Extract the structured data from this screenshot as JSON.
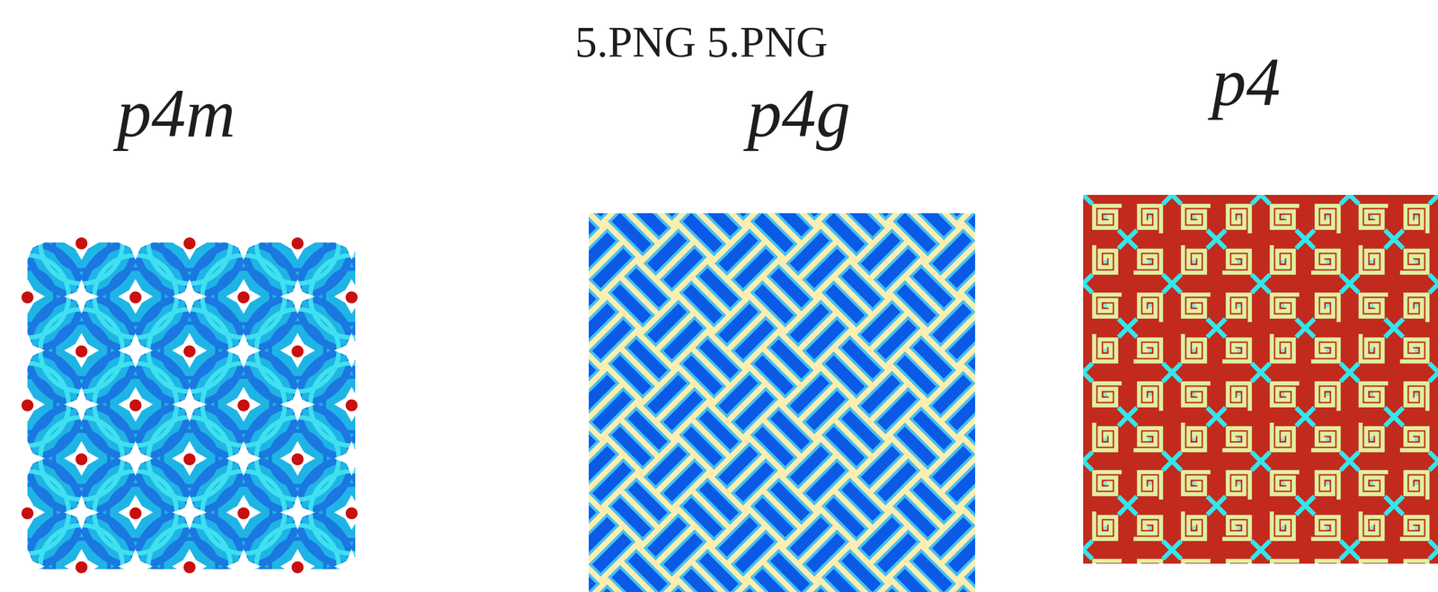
{
  "diagram": {
    "labels": [
      "5.PNG 5.PNG",
      "p4m",
      "p4g",
      "p4"
    ]
  }
}
